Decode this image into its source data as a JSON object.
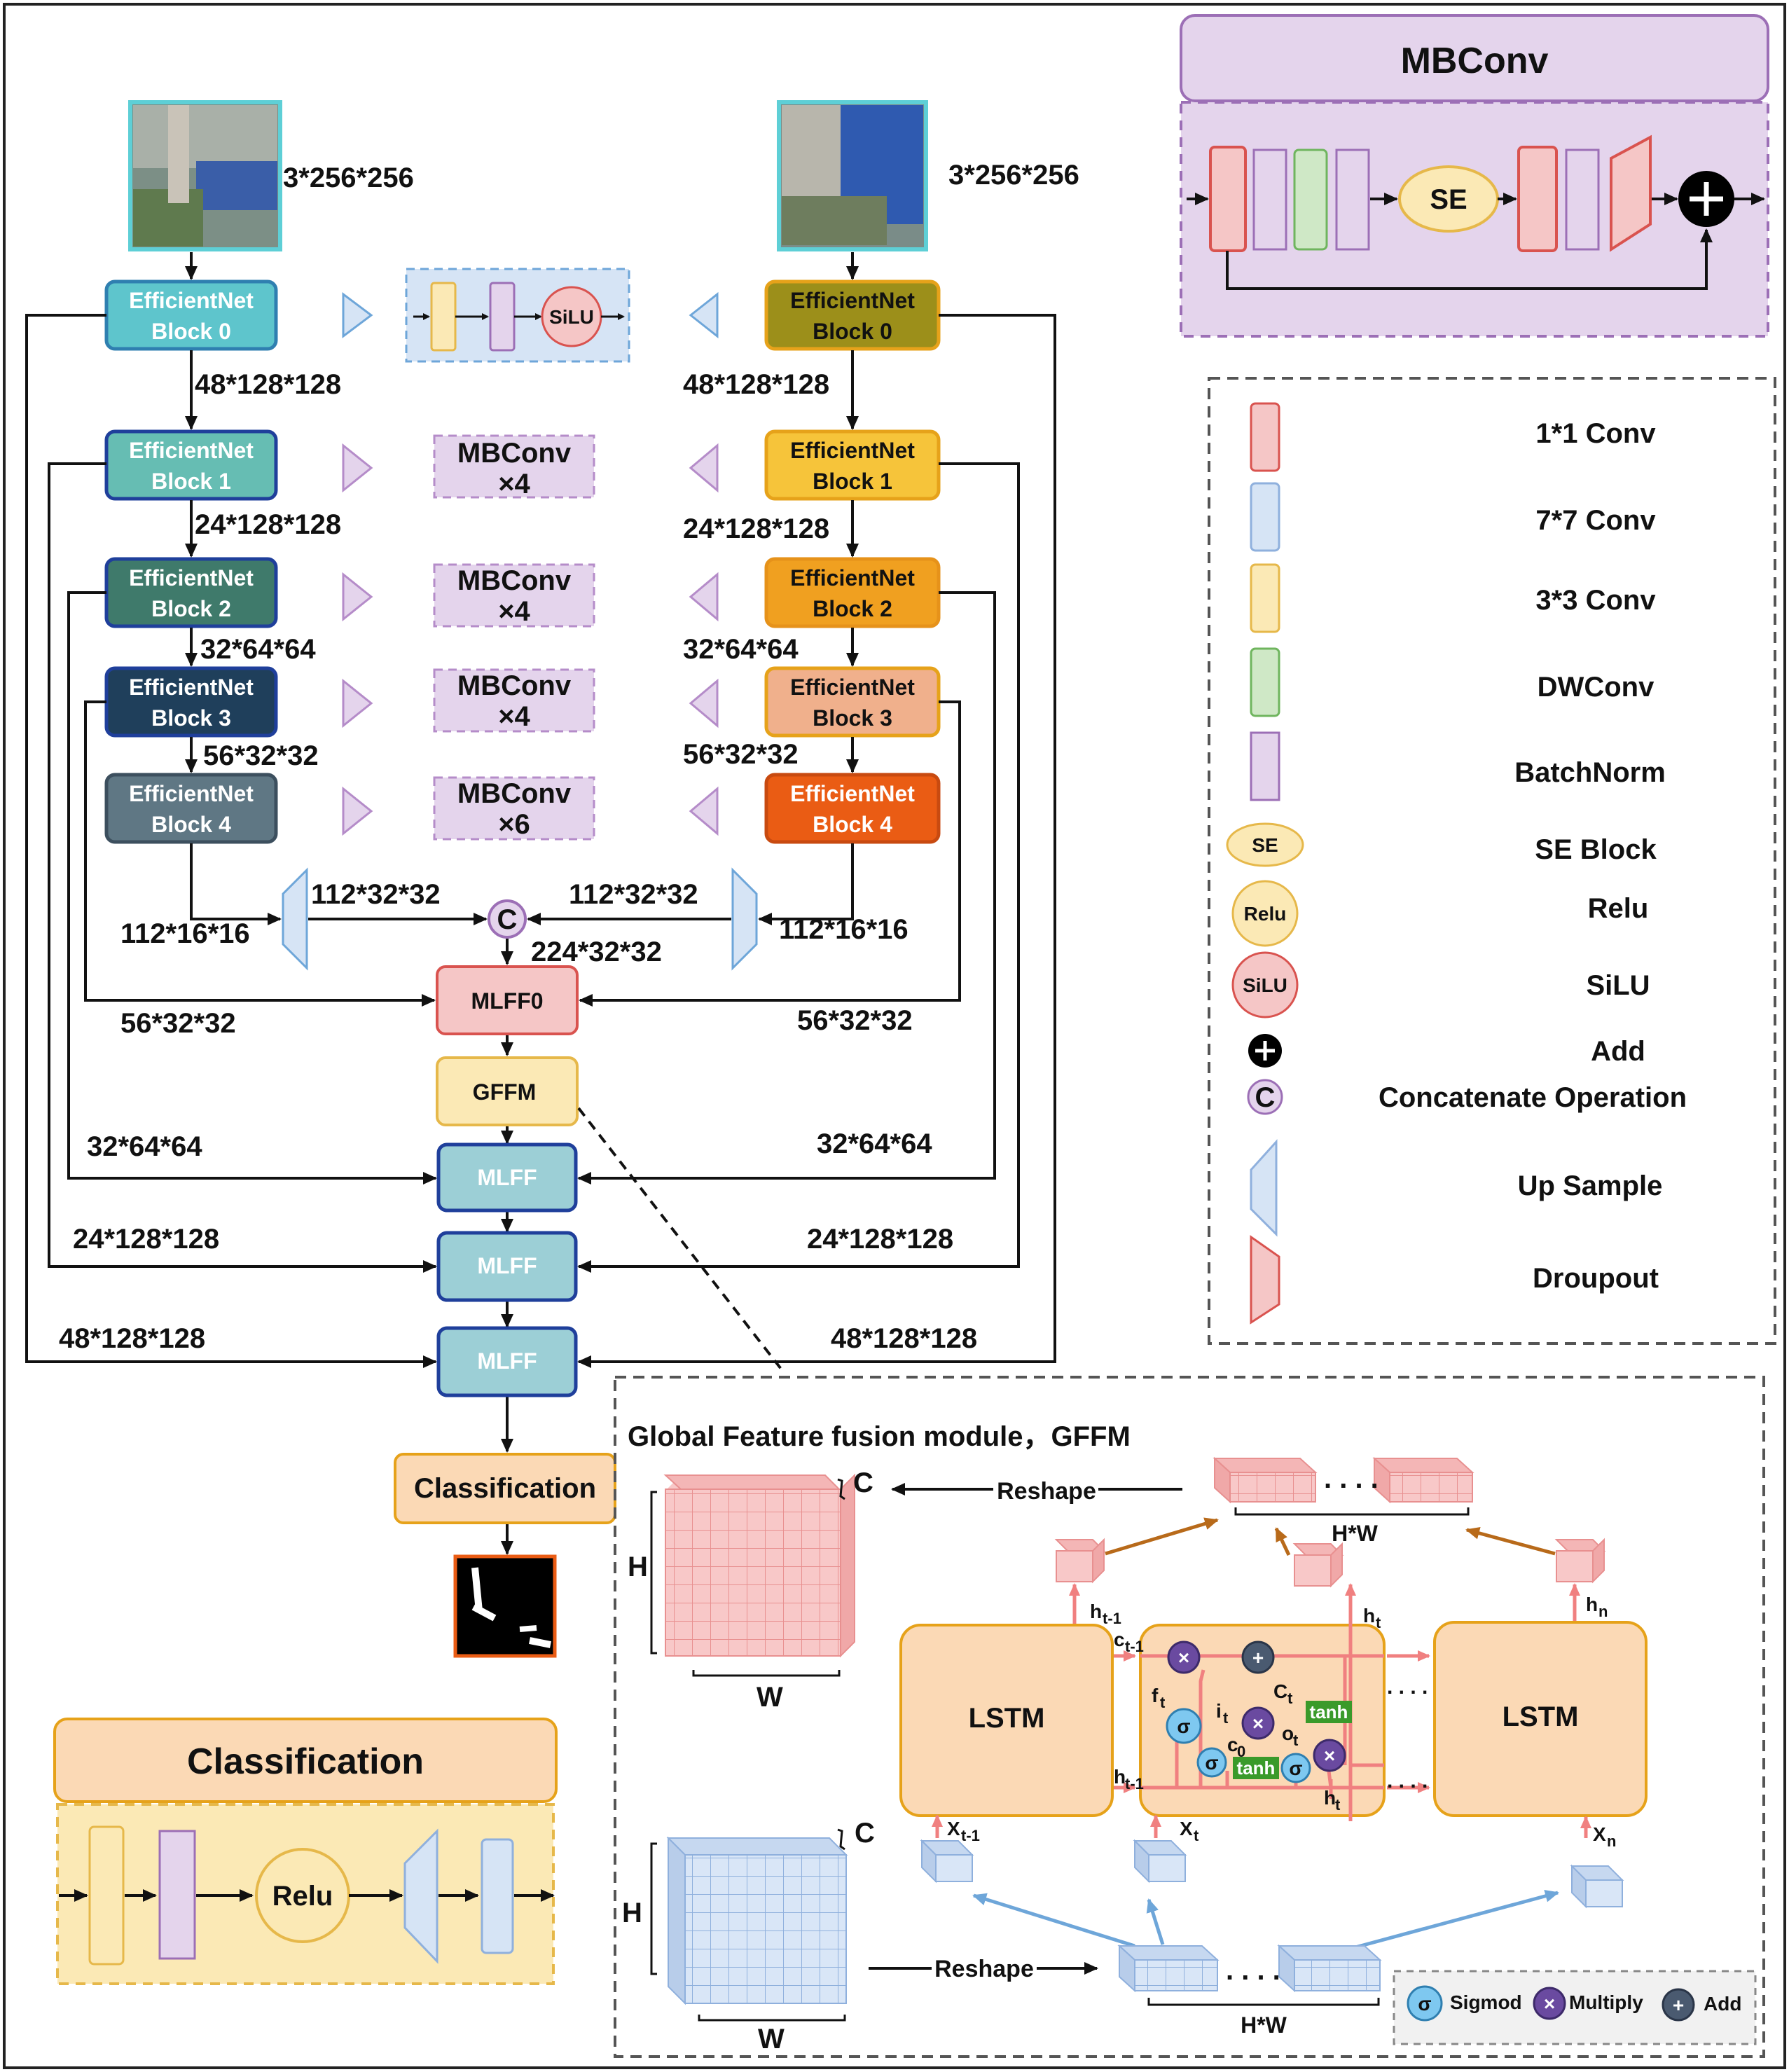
{
  "inputs": {
    "left_size": "3*256*256",
    "right_size": "3*256*256"
  },
  "blocks_left": [
    {
      "line1": "EfficientNet",
      "line2": "Block 0"
    },
    {
      "line1": "EfficientNet",
      "line2": "Block 1"
    },
    {
      "line1": "EfficientNet",
      "line2": "Block 2"
    },
    {
      "line1": "EfficientNet",
      "line2": "Block 3"
    },
    {
      "line1": "EfficientNet",
      "line2": "Block 4"
    }
  ],
  "blocks_right": [
    {
      "line1": "EfficientNet",
      "line2": "Block 0"
    },
    {
      "line1": "EfficientNet",
      "line2": "Block 1"
    },
    {
      "line1": "EfficientNet",
      "line2": "Block 2"
    },
    {
      "line1": "EfficientNet",
      "line2": "Block 3"
    },
    {
      "line1": "EfficientNet",
      "line2": "Block 4"
    }
  ],
  "sizes_left": [
    "48*128*128",
    "24*128*128",
    "32*64*64",
    "56*32*32"
  ],
  "sizes_right": [
    "48*128*128",
    "24*128*128",
    "32*64*64",
    "56*32*32"
  ],
  "middle": {
    "silu": "SiLU",
    "mbconv": [
      {
        "line1": "MBConv",
        "line2": "×4"
      },
      {
        "line1": "MBConv",
        "line2": "×4"
      },
      {
        "line1": "MBConv",
        "line2": "×4"
      },
      {
        "line1": "MBConv",
        "line2": "×6"
      }
    ]
  },
  "fusion": {
    "up_in_left": "112*16*16",
    "up_in_right": "112*16*16",
    "up_out_left": "112*32*32",
    "up_out_right": "112*32*32",
    "concat_symbol": "C",
    "concat_out": "224*32*32",
    "mlff0": "MLFF0",
    "gffm": "GFFM",
    "mlff": "MLFF",
    "side_56_left": "56*32*32",
    "side_56_right": "56*32*32",
    "side_32_left": "32*64*64",
    "side_32_right": "32*64*64",
    "side_24_left": "24*128*128",
    "side_24_right": "24*128*128",
    "side_48_left": "48*128*128",
    "side_48_right": "48*128*128",
    "classification": "Classification"
  },
  "mbconv_panel": {
    "title": "MBConv",
    "se": "SE"
  },
  "legend": [
    {
      "icon": "conv-1x1-icon",
      "label": "1*1 Conv"
    },
    {
      "icon": "conv-7x7-icon",
      "label": "7*7 Conv"
    },
    {
      "icon": "conv-3x3-icon",
      "label": "3*3 Conv"
    },
    {
      "icon": "dwconv-icon",
      "label": "DWConv"
    },
    {
      "icon": "batchnorm-icon",
      "label": "BatchNorm"
    },
    {
      "icon": "se-block-icon",
      "label": "SE Block",
      "symbol": "SE"
    },
    {
      "icon": "relu-icon",
      "label": "Relu",
      "symbol": "Relu"
    },
    {
      "icon": "silu-icon",
      "label": "SiLU",
      "symbol": "SiLU"
    },
    {
      "icon": "add-icon",
      "label": "Add"
    },
    {
      "icon": "concat-icon",
      "label": "Concatenate Operation",
      "symbol": "C"
    },
    {
      "icon": "upsample-icon",
      "label": "Up Sample"
    },
    {
      "icon": "dropout-icon",
      "label": "Droupout"
    }
  ],
  "classification_panel": {
    "title": "Classification",
    "relu": "Relu"
  },
  "gffm_panel": {
    "title": "Global Feature fusion module，GFFM",
    "reshape": "Reshape",
    "hw": "H*W",
    "dots": ". . . .",
    "H": "H",
    "W": "W",
    "C": "C",
    "lstm": "LSTM",
    "tanh": "tanh",
    "sigma": "σ",
    "multiply_symbol": "×",
    "add_symbol": "+",
    "notes": {
      "h_t1": "h",
      "h_t1_sub": "t-1",
      "h_t": "h",
      "h_t_sub": "t",
      "h_n": "h",
      "h_n_sub": "n",
      "c_t1": "c",
      "c_t1_sub": "t-1",
      "C_t": "C",
      "C_t_sub": "t",
      "f_t": "f",
      "f_t_sub": "t",
      "i_t": "i",
      "i_t_sub": "t",
      "o_t": "o",
      "o_t_sub": "t",
      "c0": "c",
      "c0_sub": "0",
      "x_t1": "X",
      "x_t1_sub": "t-1",
      "x_t": "X",
      "x_t_sub": "t",
      "x_n": "X",
      "x_n_sub": "n"
    },
    "legend": {
      "sigmoid": "Sigmod",
      "multiply": "Multiply",
      "add": "Add"
    }
  },
  "colors": {
    "left_blocks": [
      "#5ec5cc",
      "#66bdb3",
      "#3f7a6b",
      "#1f3f5b",
      "#5f7784"
    ],
    "right_blocks": [
      "#9c8f1a",
      "#f6c43a",
      "#f0a020",
      "#f0b08c",
      "#ea5c14"
    ],
    "conv1x1": "#f5c6c6",
    "conv7x7": "#d6e4f5",
    "conv3x3": "#fbe9b5",
    "dwconv": "#cfe8c6",
    "batchnorm": "#e4d4ec",
    "arrow_red": "#f08080",
    "arrow_blue": "#6ea6d9",
    "arrow_brown": "#b86a1a"
  }
}
